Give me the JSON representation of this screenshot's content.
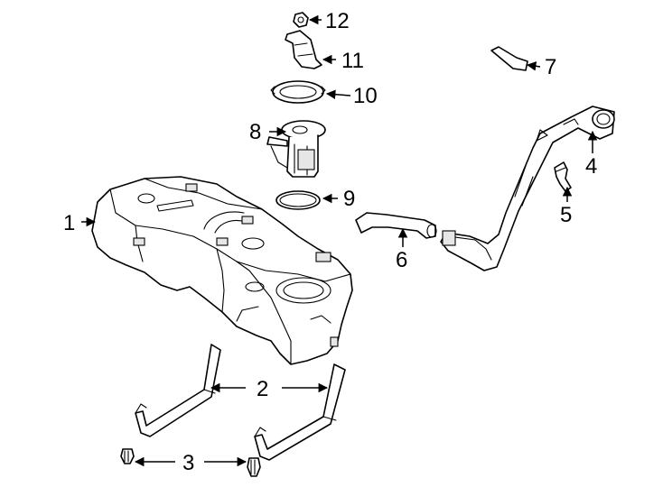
{
  "callouts": [
    {
      "id": "1",
      "label": "1"
    },
    {
      "id": "2",
      "label": "2"
    },
    {
      "id": "3",
      "label": "3"
    },
    {
      "id": "4",
      "label": "4"
    },
    {
      "id": "5",
      "label": "5"
    },
    {
      "id": "6",
      "label": "6"
    },
    {
      "id": "7",
      "label": "7"
    },
    {
      "id": "8",
      "label": "8"
    },
    {
      "id": "9",
      "label": "9"
    },
    {
      "id": "10",
      "label": "10"
    },
    {
      "id": "11",
      "label": "11"
    },
    {
      "id": "12",
      "label": "12"
    }
  ],
  "colors": {
    "line": "#000000",
    "background": "#ffffff",
    "shade": "#e6e6e6"
  }
}
